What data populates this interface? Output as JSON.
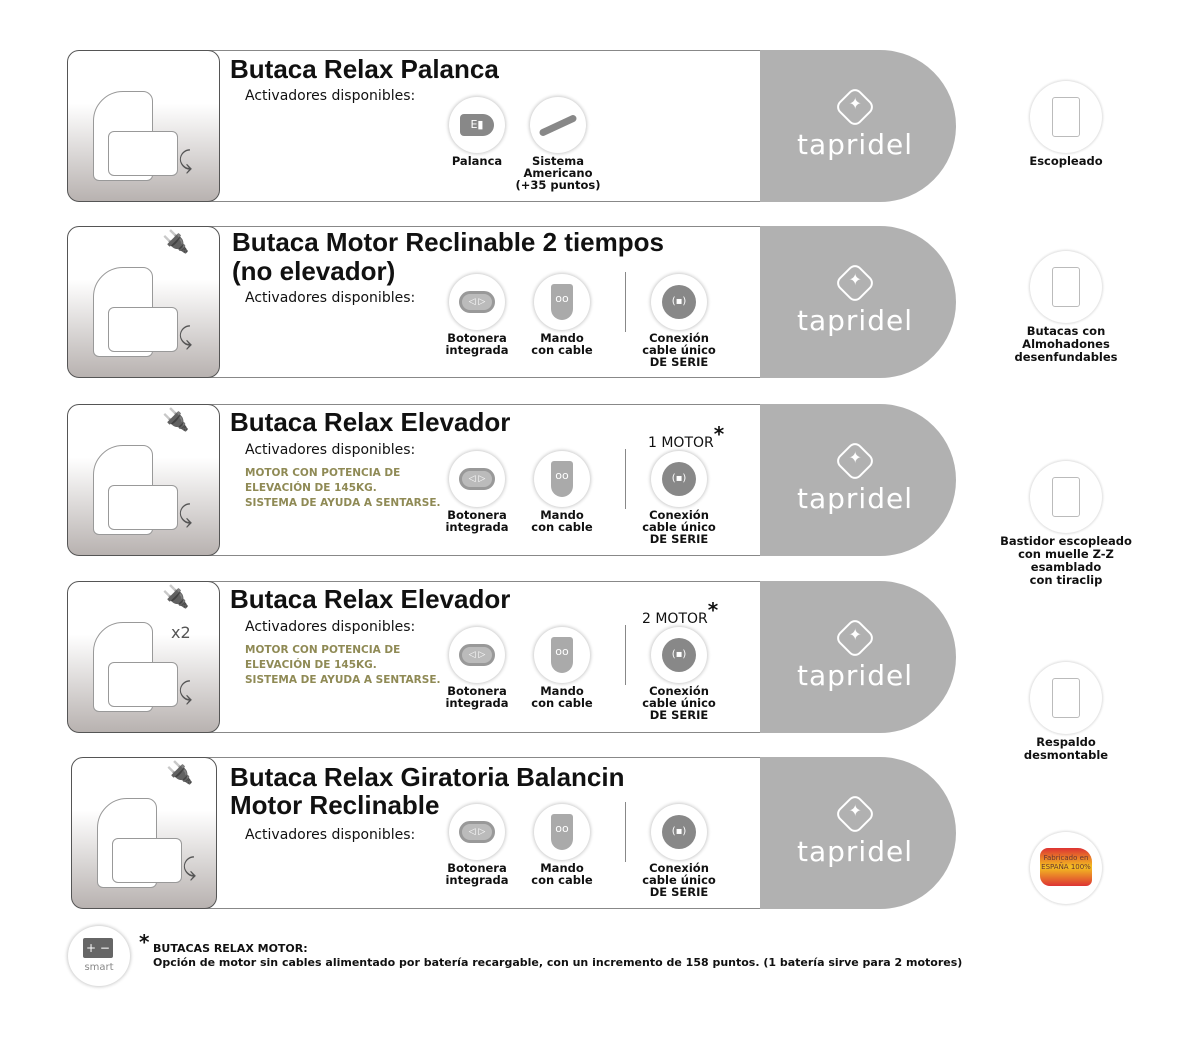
{
  "brand": "tapridel",
  "activators_label": "Activadores disponibles:",
  "rows": [
    {
      "title_lines": [
        "Butaca Relax Palanca"
      ],
      "motor": null,
      "notes": [],
      "activators": [
        {
          "icon": "lever-icon",
          "label": [
            "Palanca"
          ]
        },
        {
          "icon": "american-system-lever-icon",
          "label": [
            "Sistema",
            "Americano",
            "(+35 puntos)"
          ]
        }
      ],
      "serial": null
    },
    {
      "title_lines": [
        "Butaca Motor Reclinable 2 tiempos",
        "(no elevador)"
      ],
      "motor": null,
      "notes": [],
      "activators": [
        {
          "icon": "integrated-buttons-icon",
          "label": [
            "Botonera",
            "integrada"
          ]
        },
        {
          "icon": "wired-remote-icon",
          "label": [
            "Mando",
            "con cable"
          ]
        }
      ],
      "serial": {
        "label": [
          "Conexión",
          "cable único",
          "DE SERIE"
        ]
      }
    },
    {
      "title_lines": [
        "Butaca Relax Elevador"
      ],
      "motor": "1 MOTOR",
      "notes": [
        "MOTOR CON POTENCIA DE",
        "ELEVACIÓN DE 145KG.",
        "SISTEMA DE AYUDA A SENTARSE."
      ],
      "activators": [
        {
          "icon": "integrated-buttons-icon",
          "label": [
            "Botonera",
            "integrada"
          ]
        },
        {
          "icon": "wired-remote-icon",
          "label": [
            "Mando",
            "con cable"
          ]
        }
      ],
      "serial": {
        "label": [
          "Conexión",
          "cable único",
          "DE SERIE"
        ]
      }
    },
    {
      "title_lines": [
        "Butaca Relax Elevador"
      ],
      "motor": "2 MOTOR",
      "notes": [
        "MOTOR CON POTENCIA DE",
        "ELEVACIÓN DE 145KG.",
        "SISTEMA DE AYUDA A SENTARSE."
      ],
      "multiplier": "x2",
      "activators": [
        {
          "icon": "integrated-buttons-icon",
          "label": [
            "Botonera",
            "integrada"
          ]
        },
        {
          "icon": "wired-remote-icon",
          "label": [
            "Mando",
            "con cable"
          ]
        }
      ],
      "serial": {
        "label": [
          "Conexión",
          "cable único",
          "DE SERIE"
        ]
      }
    },
    {
      "title_lines": [
        "Butaca Relax Giratoria Balancin",
        "Motor Reclinable"
      ],
      "motor": null,
      "notes": [],
      "activators": [
        {
          "icon": "integrated-buttons-icon",
          "label": [
            "Botonera",
            "integrada"
          ]
        },
        {
          "icon": "wired-remote-icon",
          "label": [
            "Mando",
            "con cable"
          ]
        }
      ],
      "serial": {
        "label": [
          "Conexión",
          "cable único",
          "DE SERIE"
        ]
      }
    }
  ],
  "features": [
    {
      "icon": "mortise-icon",
      "label": [
        "Escopleado"
      ]
    },
    {
      "icon": "zipper-icon",
      "label": [
        "Butacas con",
        "Almohadones",
        "desenfundables"
      ]
    },
    {
      "icon": "zigzag-spring-icon",
      "label": [
        "Bastidor escopleado",
        "con muelle Z-Z",
        "esamblado",
        "con tiraclip"
      ]
    },
    {
      "icon": "removable-backrest-icon",
      "label": [
        "Respaldo",
        "desmontable"
      ]
    },
    {
      "icon": "made-in-spain-icon",
      "label": [],
      "seal_text": "Fabricado en ESPAÑA 100%"
    }
  ],
  "footnote": {
    "asterisk": "*",
    "battery_label": "smart",
    "heading": "BUTACAS RELAX MOTOR:",
    "text": "Opción de motor sin cables alimentado por batería recargable, con un incremento de 158 puntos. (1 batería sirve para 2 motores)"
  },
  "colors": {
    "tab": "#b1b1b1",
    "note": "#8f8a55"
  }
}
